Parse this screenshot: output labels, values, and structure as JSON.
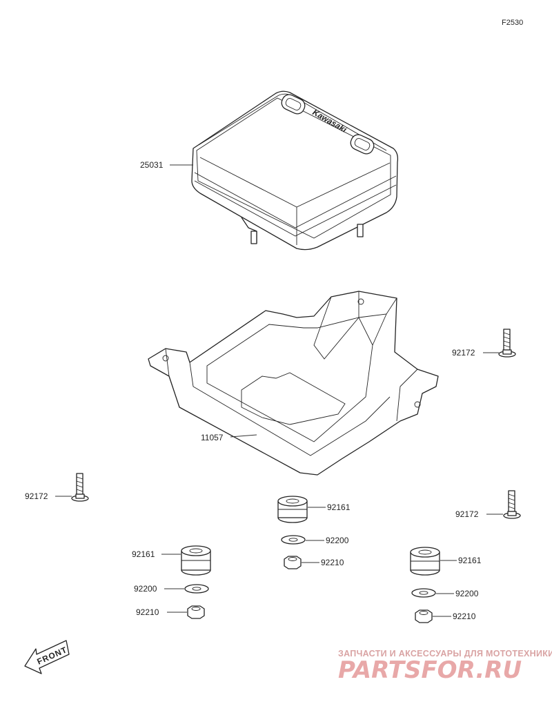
{
  "figure_code": "F2530",
  "parts": [
    {
      "number": "25031"
    },
    {
      "number": "11057"
    },
    {
      "number": "92172"
    },
    {
      "number": "92172"
    },
    {
      "number": "92172"
    },
    {
      "number": "92161"
    },
    {
      "number": "92161"
    },
    {
      "number": "92161"
    },
    {
      "number": "92200"
    },
    {
      "number": "92200"
    },
    {
      "number": "92200"
    },
    {
      "number": "92210"
    },
    {
      "number": "92210"
    },
    {
      "number": "92210"
    }
  ],
  "front_arrow_label": "FRONT",
  "cover_brand": "Kawasaki",
  "watermark": {
    "tagline": "ЗАПЧАСТИ И АКСЕССУАРЫ ДЛЯ МОТОТЕХНИКИ",
    "logo": "PARTSFOR.RU"
  },
  "colors": {
    "line": "#222222",
    "watermark": "#e8a8a8"
  }
}
